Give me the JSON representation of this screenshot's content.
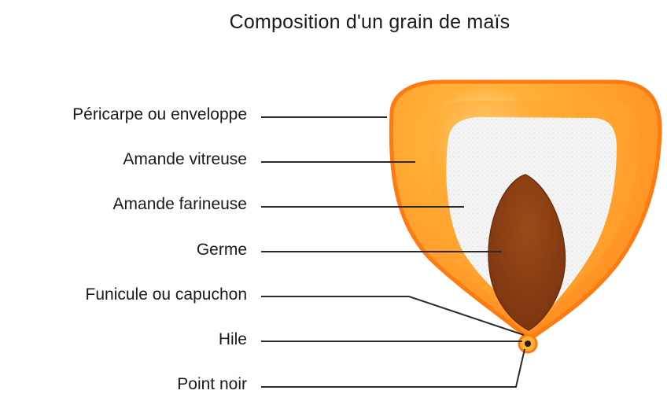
{
  "title": "Composition d'un grain de maïs",
  "labels": [
    "Péricarpe ou enveloppe",
    "Amande vitreuse",
    "Amande farineuse",
    "Germe",
    "Funicule ou capuchon",
    "Hile",
    "Point noir"
  ],
  "colors": {
    "pericarp_outer": "#ff8a1f",
    "pericarp_inner": "#ffb038",
    "pericarp_highlight": "#ffe8a8",
    "floury_endosperm": "#f2f2f2",
    "germ": "#8a3e12",
    "germ_edge": "#6e2c08",
    "lines": "#2a2a2a"
  }
}
